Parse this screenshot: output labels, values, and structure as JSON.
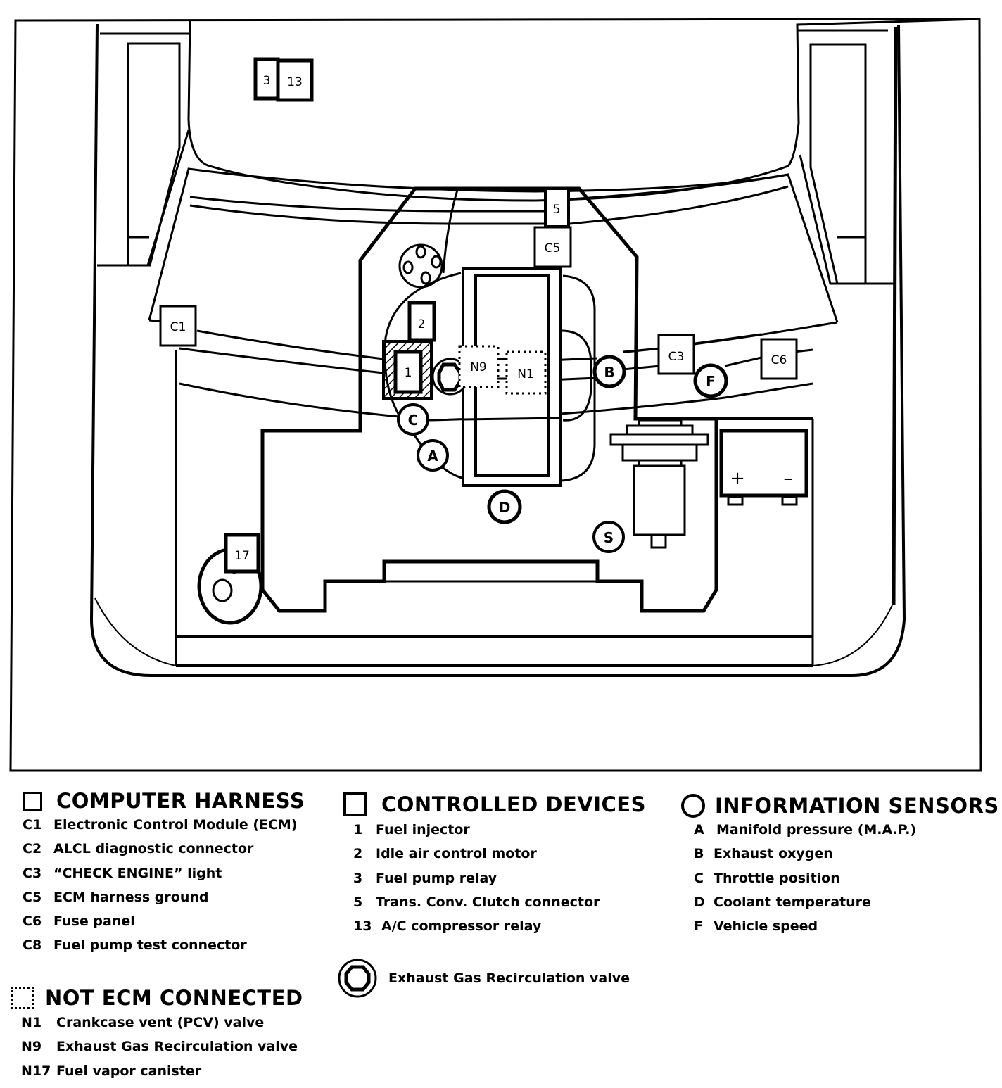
{
  "diagram": {
    "component_labels": {
      "relay_3": "3",
      "relay_13": "13",
      "device_5": "5",
      "harness_c5": "C5",
      "harness_c1": "C1",
      "device_2": "2",
      "device_1": "1",
      "not_ecm_n9": "N9",
      "not_ecm_n1": "N1",
      "sensor_b": "B",
      "harness_c3": "C3",
      "harness_c6": "C6",
      "sensor_f": "F",
      "sensor_c": "C",
      "sensor_a": "A",
      "sensor_d": "D",
      "sensor_s": "S",
      "canister_17": "17",
      "battery_plus": "+",
      "battery_minus": "–"
    }
  },
  "legend": {
    "computer_harness": {
      "title": "COMPUTER HARNESS",
      "items": [
        {
          "code": "C1",
          "label": "Electronic Control Module (ECM)"
        },
        {
          "code": "C2",
          "label": "ALCL diagnostic connector"
        },
        {
          "code": "C3",
          "label": "“CHECK ENGINE” light"
        },
        {
          "code": "C5",
          "label": "ECM harness ground"
        },
        {
          "code": "C6",
          "label": "Fuse panel"
        },
        {
          "code": "C8",
          "label": "Fuel pump test connector"
        }
      ]
    },
    "not_ecm_connected": {
      "title": "NOT ECM CONNECTED",
      "items": [
        {
          "code": "N1",
          "label": "Crankcase vent (PCV) valve"
        },
        {
          "code": "N9",
          "label": "Exhaust Gas Recirculation valve"
        },
        {
          "code": "N17",
          "label": "Fuel vapor canister"
        }
      ]
    },
    "controlled_devices": {
      "title": "CONTROLLED DEVICES",
      "items": [
        {
          "code": "1",
          "label": "Fuel injector"
        },
        {
          "code": "2",
          "label": "Idle air control motor"
        },
        {
          "code": "3",
          "label": "Fuel pump relay"
        },
        {
          "code": "5",
          "label": "Trans. Conv. Clutch connector"
        },
        {
          "code": "13",
          "label": "A/C compressor relay"
        }
      ],
      "egr_symbol_label": "Exhaust Gas Recirculation valve"
    },
    "information_sensors": {
      "title": "INFORMATION SENSORS",
      "items": [
        {
          "code": "A",
          "label": "Manifold pressure (M.A.P.)"
        },
        {
          "code": "B",
          "label": "Exhaust oxygen"
        },
        {
          "code": "C",
          "label": "Throttle position"
        },
        {
          "code": "D",
          "label": "Coolant temperature"
        },
        {
          "code": "F",
          "label": "Vehicle speed"
        }
      ]
    }
  }
}
